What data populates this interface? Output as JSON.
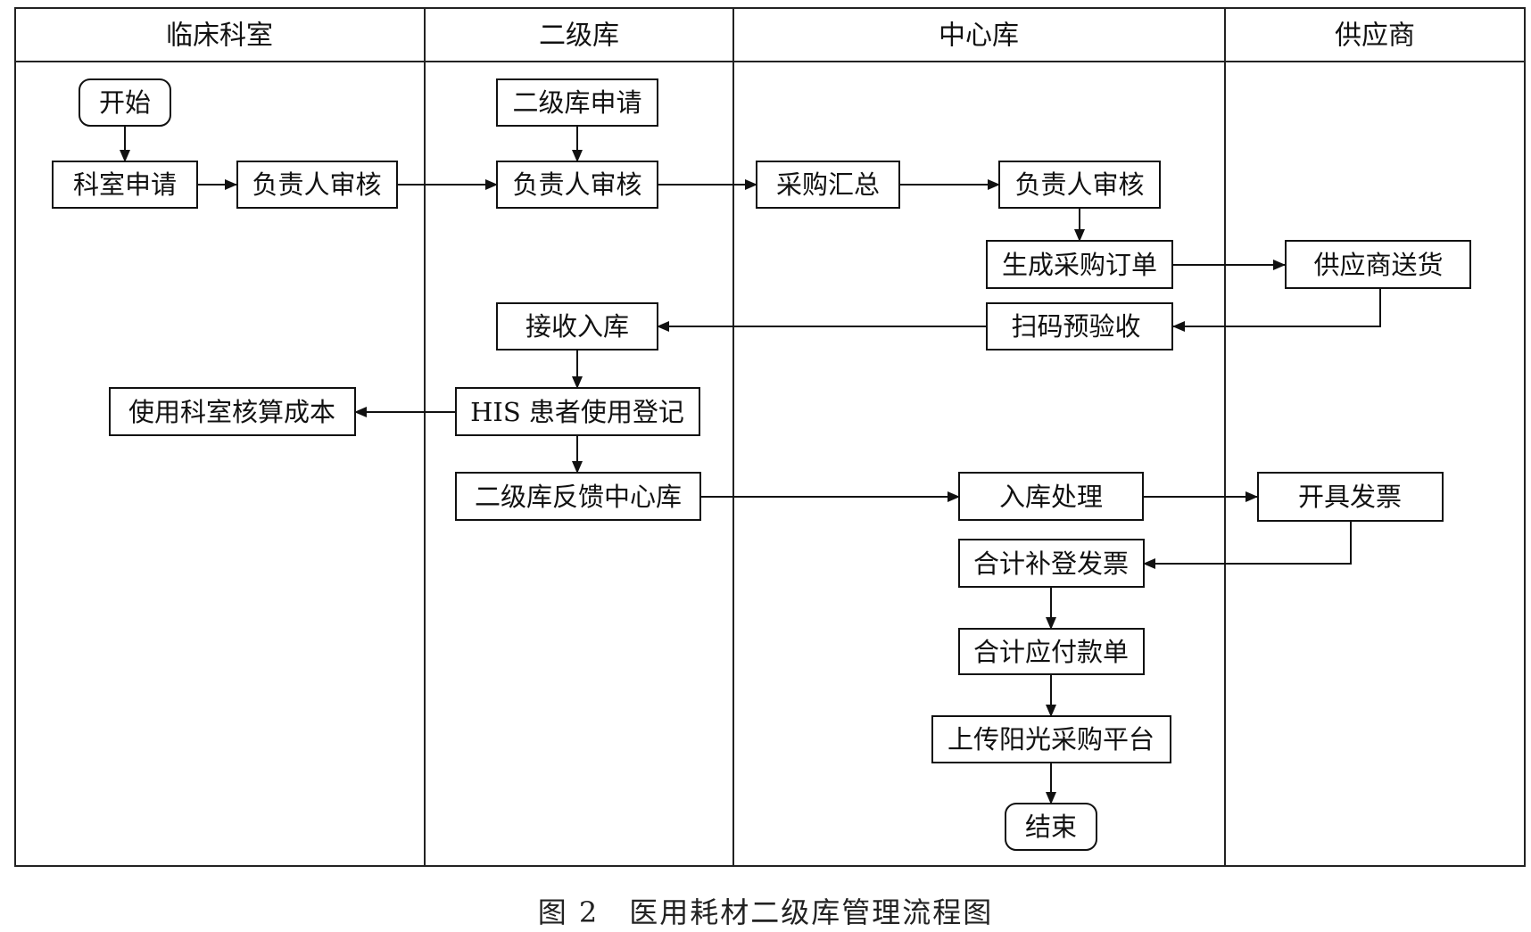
{
  "lanes": [
    "临床科室",
    "二级库",
    "中心库",
    "供应商"
  ],
  "nodes": {
    "start": "开始",
    "dept_apply": "科室申请",
    "dept_review": "负责人审核",
    "sec_apply": "二级库申请",
    "sec_review": "负责人审核",
    "purchase_summary": "采购汇总",
    "center_review": "负责人审核",
    "gen_order": "生成采购订单",
    "supplier_deliver": "供应商送货",
    "scan_check": "扫码预验收",
    "receive_in": "接收入库",
    "his_register": "HIS 患者使用登记",
    "dept_cost": "使用科室核算成本",
    "sec_feedback": "二级库反馈中心库",
    "stock_process": "入库处理",
    "issue_invoice": "开具发票",
    "total_invoice": "合计补登发票",
    "total_payable": "合计应付款单",
    "upload_platform": "上传阳光采购平台",
    "end": "结束"
  },
  "caption": {
    "figure": "图 2",
    "title": "医用耗材二级库管理流程图"
  }
}
